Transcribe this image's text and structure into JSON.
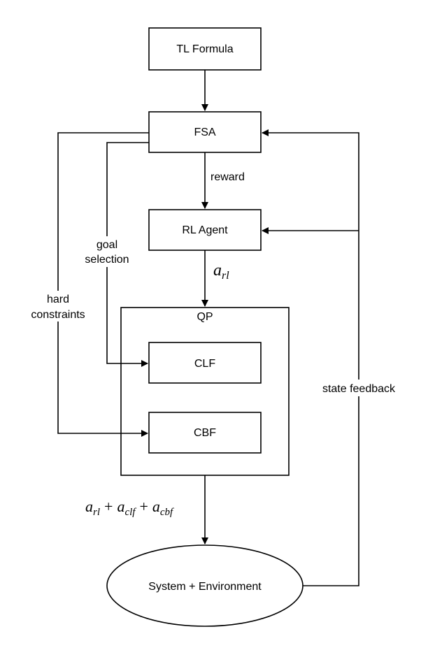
{
  "nodes": {
    "tl_formula": "TL Formula",
    "fsa": "FSA",
    "rl_agent": "RL Agent",
    "qp": "QP",
    "clf": "CLF",
    "cbf": "CBF",
    "system_environment": "System + Environment"
  },
  "edges": {
    "reward": "reward",
    "goal_selection_line1": "goal",
    "goal_selection_line2": "selection",
    "hard_constraints_line1": "hard",
    "hard_constraints_line2": "constraints",
    "state_feedback": "state feedback"
  },
  "math": {
    "a_rl": {
      "base": "a",
      "sub": "rl"
    },
    "sum": {
      "term1_base": "a",
      "term1_sub": "rl",
      "plus1": "+",
      "term2_base": "a",
      "term2_sub": "clf",
      "plus2": "+",
      "term3_base": "a",
      "term3_sub": "cbf"
    }
  }
}
